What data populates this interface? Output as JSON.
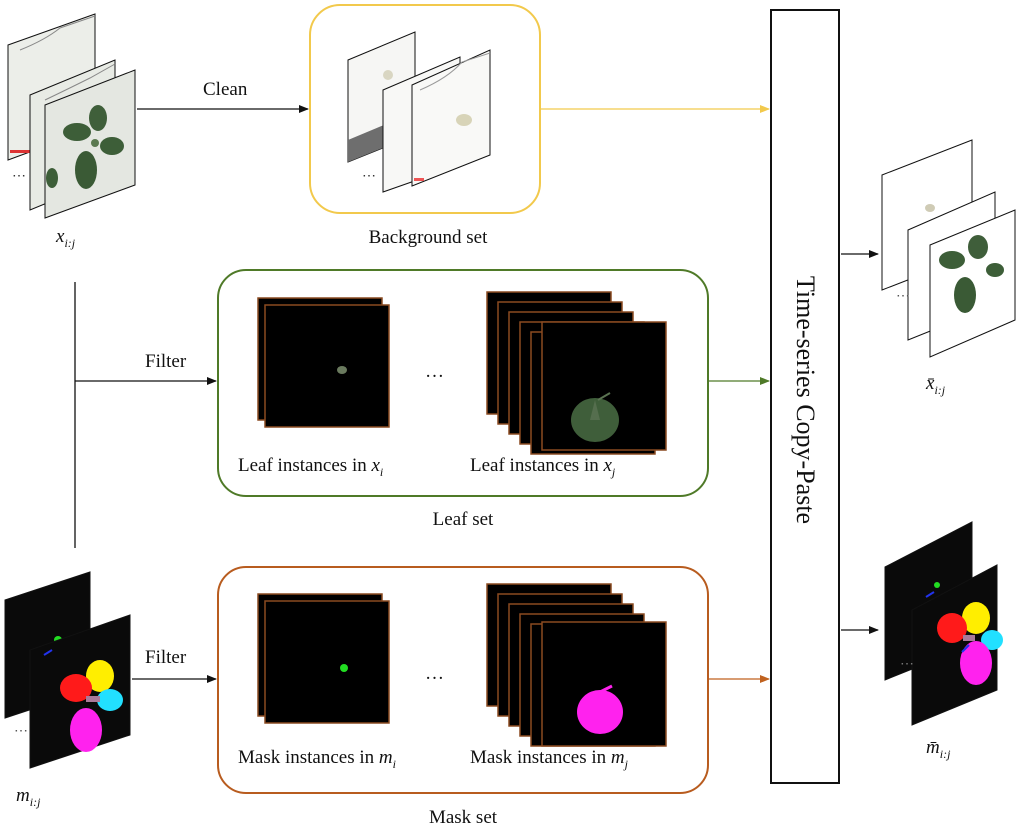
{
  "labels": {
    "clean": "Clean",
    "filter_top": "Filter",
    "filter_bottom": "Filter",
    "background_set": "Background set",
    "leaf_set": "Leaf set",
    "mask_set": "Mask set",
    "time_series_copy_paste": "Time-series Copy-Paste",
    "ellipsis_leaf": "…",
    "ellipsis_mask": "…"
  },
  "math": {
    "x_ij": {
      "base": "x",
      "sub": "i:j"
    },
    "m_ij": {
      "base": "m",
      "sub": "i:j"
    },
    "x_bar_ij": {
      "base": "x̄",
      "sub": "i:j"
    },
    "m_bar_ij": {
      "base": "m̄",
      "sub": "i:j"
    }
  },
  "captions": {
    "leaf_i": {
      "text": "Leaf instances in ",
      "var": "x",
      "sub": "i"
    },
    "leaf_j": {
      "text": "Leaf instances in ",
      "var": "x",
      "sub": "j"
    },
    "mask_i": {
      "text": "Mask instances in ",
      "var": "m",
      "sub": "i"
    },
    "mask_j": {
      "text": "Mask instances in ",
      "var": "m",
      "sub": "j"
    }
  },
  "colors": {
    "background_set_border": "#f2c94c",
    "leaf_set_border": "#4f7a28",
    "mask_set_border": "#b85c1f",
    "arrow_black": "#111111",
    "arrow_yellow": "#f2c94c",
    "arrow_green": "#4f7a28",
    "arrow_orange": "#c0621f",
    "instance_frame_border": "#8a4a20",
    "leaf_green": "#3d5e38",
    "mask_red": "#ff1a1a",
    "mask_yellow": "#ffee00",
    "mask_cyan": "#22e0ff",
    "mask_magenta": "#ff22ee",
    "mask_green": "#22dd22"
  }
}
